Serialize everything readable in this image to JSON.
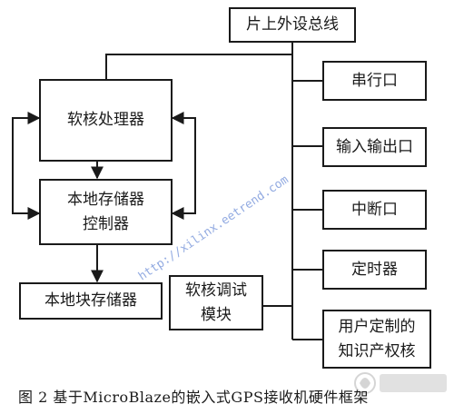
{
  "diagram": {
    "bus": "片上外设总线",
    "processor": "软核处理器",
    "local_memory_controller": [
      "本地存储器",
      "控制器"
    ],
    "local_block_memory": "本地块存储器",
    "debug_module": [
      "软核调试",
      "模块"
    ],
    "peripherals": [
      {
        "lines": [
          "串行口"
        ]
      },
      {
        "lines": [
          "输入输出口"
        ]
      },
      {
        "lines": [
          "中断口"
        ]
      },
      {
        "lines": [
          "定时器"
        ]
      },
      {
        "lines": [
          "用户定制的",
          "知识产权核"
        ]
      }
    ]
  },
  "watermark": "http://xilinx.eetrend.com",
  "caption": "图 2 基于MicroBlaze的嵌入式GPS接收机硬件框架",
  "colors": {
    "line": "#1a1a1a",
    "watermark": "#6f8fd8"
  }
}
